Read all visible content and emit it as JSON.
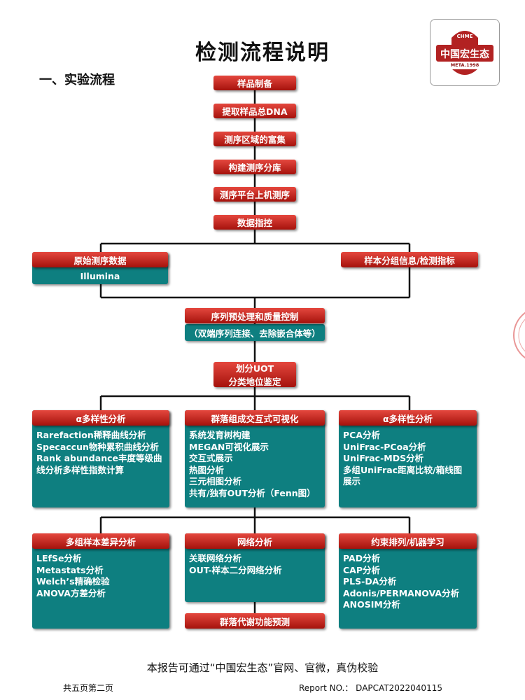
{
  "title": "检测流程说明",
  "section_heading": "一、实验流程",
  "logo": {
    "top_text": "CHME",
    "main_text": "中国宏生态",
    "bottom_text": "META.1998"
  },
  "steps": [
    "样品制备",
    "提取样品总DNA",
    "测序区域的富集",
    "构建测序分库",
    "测序平台上机测序",
    "数据指控"
  ],
  "raw_data": {
    "title": "原始测序数据",
    "content": "Illumina"
  },
  "sample_info": "样本分组信息/检测指标",
  "preprocess": {
    "title": "序列预处理和质量控制",
    "content": "（双端序列连接、去除嵌合体等）"
  },
  "otu": {
    "line1": "划分UOT",
    "line2": "分类地位鉴定"
  },
  "row1": [
    {
      "title": "α多样性分析",
      "lines": [
        "Rarefaction稀释曲线分析",
        "Specaccun物种累积曲线分析",
        "Rank abundance丰度等级曲",
        "线分析多样性指数计算"
      ]
    },
    {
      "title": "群落组成交互式可视化",
      "lines": [
        "系统发育树构建",
        "MEGAN可视化展示",
        "交互式展示",
        "热图分析",
        "三元相图分析",
        "共有/独有OUT分析（Fenn图）"
      ]
    },
    {
      "title": "α多样性分析",
      "lines": [
        "PCA分析",
        "UniFrac-PCoa分析",
        "UniFrac-MDS分析",
        "多组UniFrac距离比较/箱线图",
        "展示"
      ]
    }
  ],
  "row2": [
    {
      "title": "多组样本差异分析",
      "lines": [
        "LEfSe分析",
        "Metastats分析",
        "Welch’s精确检验",
        "ANOVA方差分析"
      ]
    },
    {
      "title": "网络分析",
      "lines": [
        "关联网络分析",
        "OUT-样本二分网络分析"
      ]
    },
    {
      "title": "约束排列/机器学习",
      "lines": [
        "PAD分析",
        "CAP分析",
        "PLS-DA分析",
        "Adonis/PERMANOVA分析",
        "ANOSIM分析"
      ]
    }
  ],
  "metabolic": "群落代谢功能预测",
  "footer": {
    "verify": "本报告可通过“中国宏生态”官网、官微，真伪校验",
    "page": "共五页第二页",
    "report_no": "Report NO.： DAPCAT2022040115"
  },
  "colors": {
    "red": "#c0211a",
    "teal": "#0e7f80",
    "line": "#111111"
  }
}
